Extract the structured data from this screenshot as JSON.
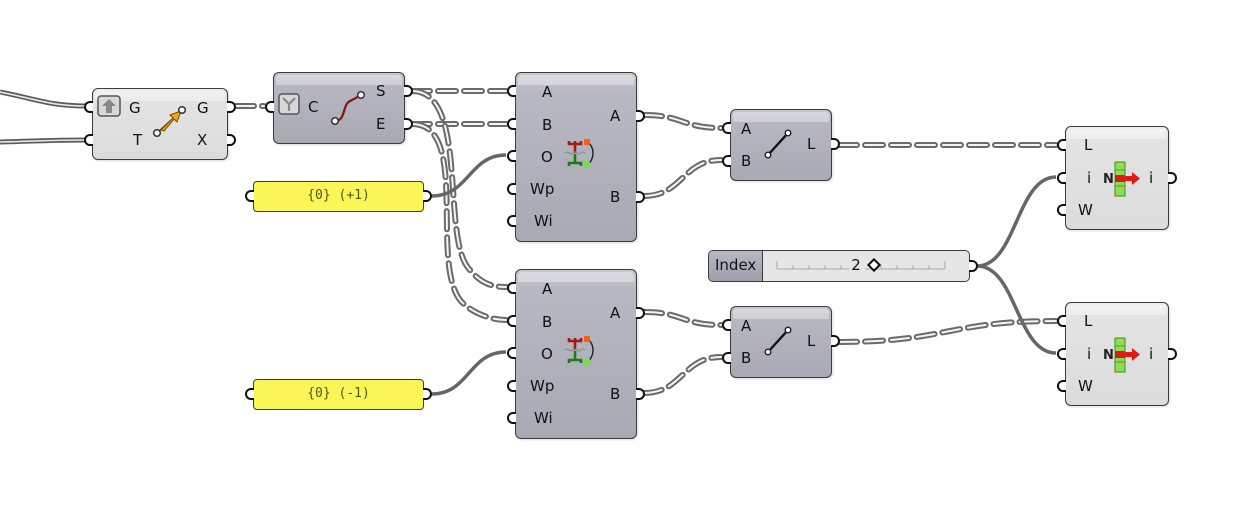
{
  "app": "Grasshopper canvas",
  "components": {
    "move": {
      "name": "Move",
      "icon": "move-arrow-icon",
      "flag_icon": "up-arrow-flag-icon",
      "inputs": [
        "G",
        "T"
      ],
      "outputs": [
        "G",
        "X"
      ]
    },
    "endpoints": {
      "name": "End Points",
      "icon": "curve-endpoints-icon",
      "flag_icon": "graft-flag-icon",
      "inputs": [
        "C"
      ],
      "outputs": [
        "S",
        "E"
      ]
    },
    "shift_top": {
      "name": "Shift Paths",
      "icon": "tree-branch-icon",
      "inputs": [
        "A",
        "B",
        "O",
        "Wp",
        "Wi"
      ],
      "outputs": [
        "A",
        "B"
      ]
    },
    "shift_bottom": {
      "name": "Shift Paths",
      "icon": "tree-branch-icon",
      "inputs": [
        "A",
        "B",
        "O",
        "Wp",
        "Wi"
      ],
      "outputs": [
        "A",
        "B"
      ]
    },
    "line_top": {
      "name": "Line",
      "icon": "line-icon",
      "inputs": [
        "A",
        "B"
      ],
      "outputs": [
        "L"
      ]
    },
    "line_bottom": {
      "name": "Line",
      "icon": "line-icon",
      "inputs": [
        "A",
        "B"
      ],
      "outputs": [
        "L"
      ]
    },
    "item_top": {
      "name": "List Item",
      "icon": "list-item-icon",
      "icon_label": "N",
      "inputs": [
        "L",
        "i",
        "W"
      ],
      "outputs": [
        "i"
      ]
    },
    "item_bottom": {
      "name": "List Item",
      "icon": "list-item-icon",
      "icon_label": "N",
      "inputs": [
        "L",
        "i",
        "W"
      ],
      "outputs": [
        "i"
      ]
    }
  },
  "panels": {
    "top": {
      "text": "{0} (+1)"
    },
    "bottom": {
      "text": "{0} (-1)"
    }
  },
  "slider": {
    "name": "Index",
    "value": "2"
  },
  "colors": {
    "panel_bg": "#fbf657",
    "panel_text": "#4e5a13",
    "wire": "#6a6a6a",
    "component_dark": "#b0b0ba",
    "component_light": "#e2e2e2"
  }
}
